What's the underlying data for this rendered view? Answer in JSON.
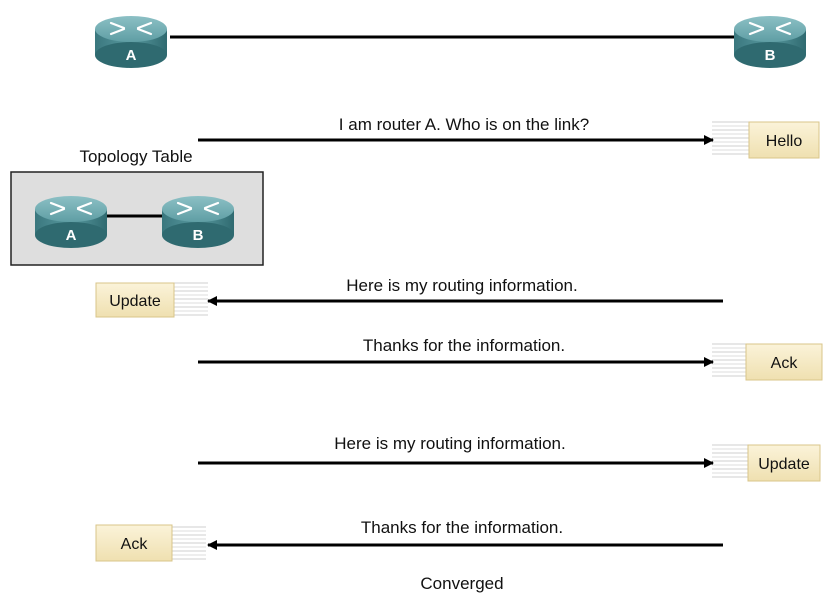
{
  "routers": {
    "a": "A",
    "b": "B"
  },
  "topology_table": {
    "title": "Topology Table",
    "router_a": "A",
    "router_b": "B"
  },
  "messages": [
    {
      "text": "I am router A. Who is on the link?",
      "packet": "Hello",
      "direction": "a-to-b"
    },
    {
      "text": "Here is my routing information.",
      "packet": "Update",
      "direction": "b-to-a"
    },
    {
      "text": "Thanks for the information.",
      "packet": "Ack",
      "direction": "a-to-b"
    },
    {
      "text": "Here is my routing information.",
      "packet": "Update",
      "direction": "a-to-b"
    },
    {
      "text": "Thanks for the information.",
      "packet": "Ack",
      "direction": "b-to-a"
    }
  ],
  "footer": "Converged",
  "colors": {
    "router_top": "#6aa7ad",
    "router_side": "#3f7f86",
    "packet_fill": "#f6ecc8",
    "line": "#000000"
  }
}
